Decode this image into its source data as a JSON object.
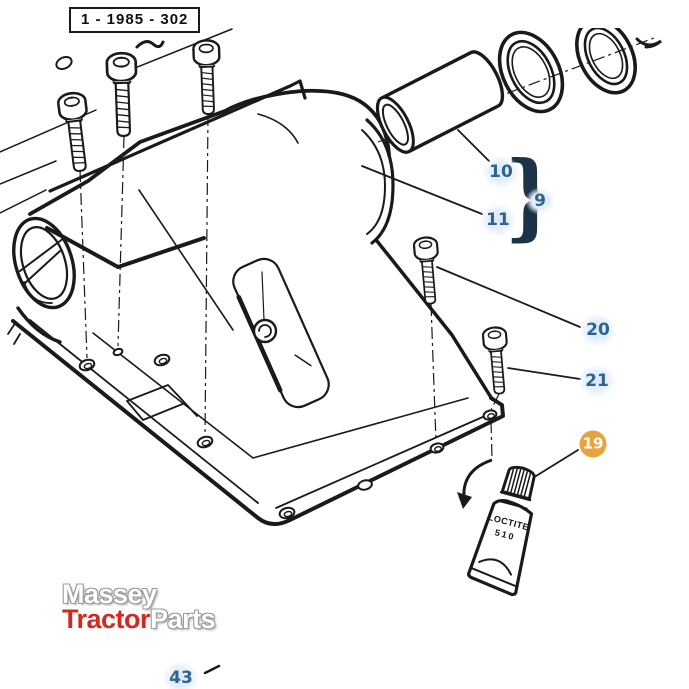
{
  "diagram": {
    "part_number": "1 - 1985 - 302",
    "callouts": {
      "c10": "10",
      "c11": "11",
      "c9": "9",
      "c20": "20",
      "c21": "21",
      "c19": "19",
      "c43": "43"
    },
    "brace_glyph": "}",
    "tube_text": {
      "line1": "LOCTITE",
      "line2": "510"
    },
    "logo": {
      "word1": "Massey",
      "word2": "Tractor",
      "word3": "Parts"
    },
    "colors": {
      "line_art": "#1a1a1a",
      "callout_blue": "#2d6391",
      "callout_halo": "#dbe8f5",
      "badge_orange": "#e8a43c",
      "logo_red": "#d6281e"
    }
  }
}
